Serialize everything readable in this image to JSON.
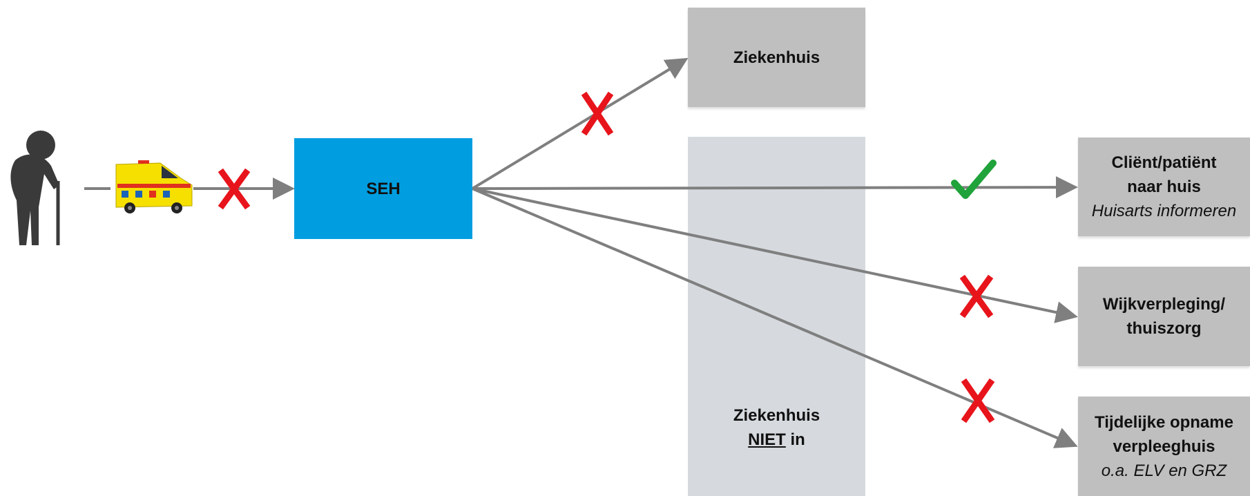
{
  "nodes": {
    "seh": "SEH",
    "ziekenhuis": "Ziekenhuis",
    "ziekenhuis_niet": {
      "word": "Ziekenhuis",
      "niet": "NIET",
      "suffix": "in"
    },
    "naar_huis": {
      "line1": "Cliënt/patiënt",
      "line2": "naar huis",
      "sub": "Huisarts informeren"
    },
    "wijkverpleging": {
      "line1": "Wijkverpleging/",
      "line2": "thuiszorg"
    },
    "verpleeghuis": {
      "line1": "Tijdelijke opname",
      "line2": "verpleeghuis",
      "sub": "o.a. ELV en GRZ"
    }
  },
  "edges": [
    {
      "from": "patient",
      "to": "seh",
      "status": "blocked"
    },
    {
      "from": "seh",
      "to": "ziekenhuis",
      "status": "blocked"
    },
    {
      "from": "seh",
      "to": "naar_huis",
      "status": "allowed"
    },
    {
      "from": "seh",
      "to": "wijkverpleging",
      "status": "blocked"
    },
    {
      "from": "seh",
      "to": "verpleeghuis",
      "status": "blocked"
    }
  ],
  "icons": [
    "elderly-person-icon",
    "ambulance-icon",
    "cross-mark-icon",
    "check-mark-icon"
  ],
  "colors": {
    "seh": "#009ee0",
    "box_gray": "#bfbfbf",
    "box_light": "#d6dade",
    "arrow": "#7f7f7f",
    "cross": "#e8141b",
    "check": "#1fa33a"
  }
}
